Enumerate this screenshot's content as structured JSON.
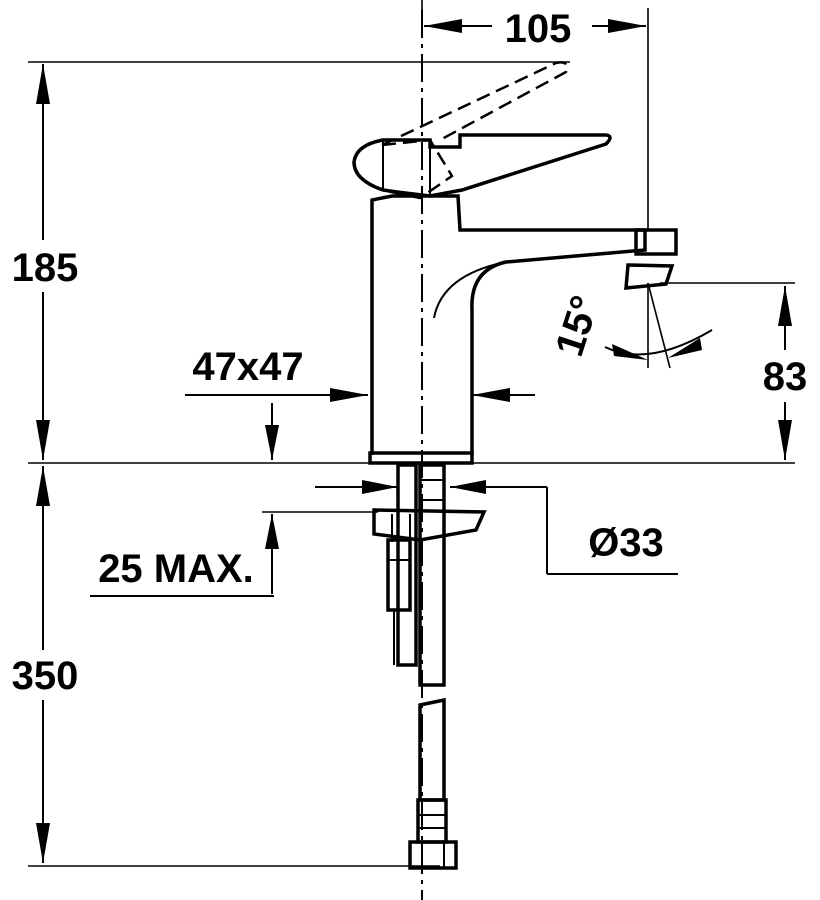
{
  "dimensions": {
    "spout_reach": "105",
    "height_above_deck": "185",
    "below_deck_length": "350",
    "outlet_height": "83",
    "body_section": "47x47",
    "max_deck_thickness": "25 MAX.",
    "hole_diameter": "Ø33",
    "spout_angle": "15°"
  }
}
